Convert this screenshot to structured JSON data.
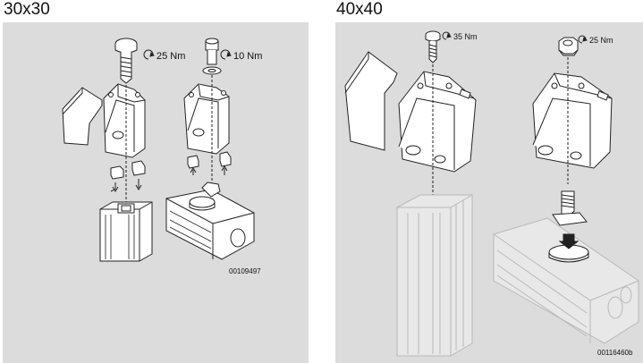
{
  "left": {
    "title": "30x30",
    "torque_screw": "25 Nm",
    "torque_bolt": "10 Nm",
    "code": "00109497"
  },
  "right": {
    "title": "40x40",
    "torque_screw": "35 Nm",
    "torque_nut": "25 Nm",
    "code": "00116460b"
  },
  "icons": {
    "torque": "clockwise-arrow-icon"
  },
  "colors": {
    "panel_bg": "#dcdcdc",
    "line": "#222222",
    "solid_fill": "#ffffff"
  }
}
